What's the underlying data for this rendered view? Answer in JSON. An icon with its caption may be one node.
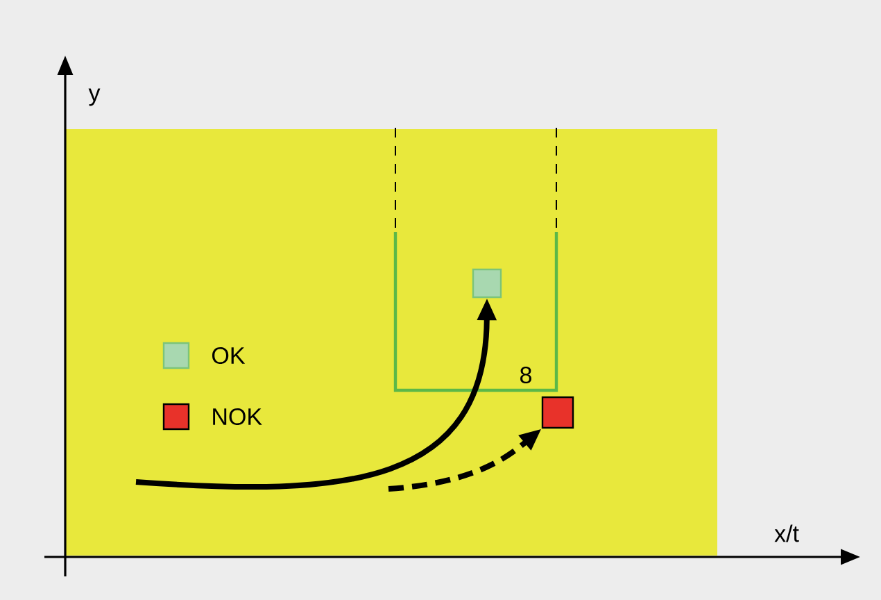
{
  "diagram": {
    "nodes": [
      {
        "text": [],
        "shape": "box"
      },
      {
        "text": [],
        "shape": "box"
      }
    ],
    "edges": [
      {
        "from": null,
        "to": 0,
        "arrow": "to"
      },
      {
        "from": null,
        "to": 1,
        "arrow": "to",
        "style": "dashed"
      }
    ],
    "labels": [
      "y",
      "x/t",
      "8"
    ],
    "legend": [
      {
        "text": "OK",
        "color": "#a8d8b0"
      },
      {
        "text": "NOK",
        "color": "#e8322a"
      }
    ]
  }
}
